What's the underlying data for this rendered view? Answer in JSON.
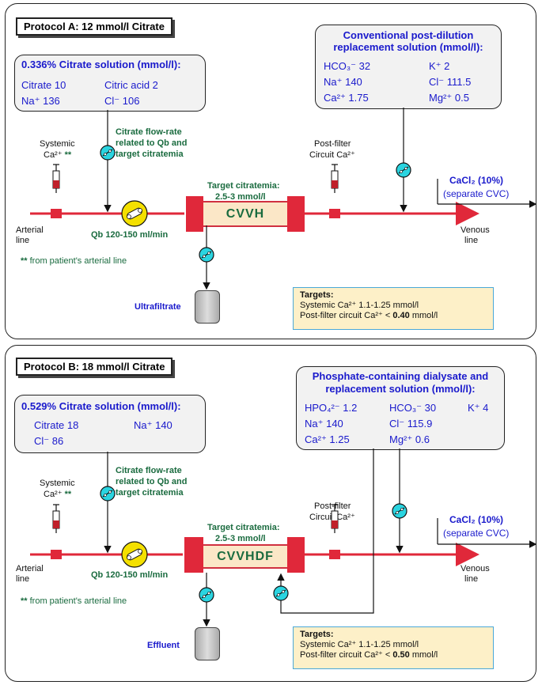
{
  "panelA": {
    "title": "Protocol A: 12 mmol/l Citrate",
    "citrate_box": {
      "header": "0.336% Citrate solution (mmol/l):",
      "items": [
        "Citrate 10",
        "Citric acid 2",
        "Na⁺ 136",
        "Cl⁻ 106"
      ]
    },
    "replacement_box": {
      "header_line1": "Conventional post-dilution",
      "header_line2": "replacement solution (mmol/l):",
      "items": [
        "HCO₃⁻ 32",
        "K⁺ 2",
        "Na⁺  140",
        "Cl⁻ 111.5",
        "Ca²⁺  1.75",
        "Mg²⁺ 0.5"
      ]
    },
    "systemic_label_1": "Systemic",
    "systemic_label_2": "Ca²⁺",
    "stars": "**",
    "citrate_flow_1": "Citrate flow-rate",
    "citrate_flow_2": "related to Qb and",
    "citrate_flow_3": "target citratemia",
    "target_citratemia_1": "Target citratemia:",
    "target_citratemia_2": "2.5-3 mmol/l",
    "postfilter_1": "Post-filter",
    "postfilter_2": "Circuit Ca²⁺",
    "filter_label": "CVVH",
    "cacl2": "CaCl₂ (10%)",
    "separate": "(separate CVC)",
    "arterial_1": "Arterial",
    "arterial_2": "line",
    "qb": "Qb 120-150 ml/min",
    "venous_1": "Venous",
    "venous_2": "line",
    "footnote_stars": "**",
    "footnote_text": "from patient's arterial line",
    "outflow_label": "Ultrafiltrate",
    "targets": {
      "title": "Targets:",
      "line1": "Systemic Ca²⁺ 1.1-1.25 mmol/l",
      "line2_pre": "Post-filter circuit Ca²⁺ < ",
      "line2_bold": "0.40",
      "line2_post": " mmol/l"
    }
  },
  "panelB": {
    "title": "Protocol B: 18 mmol/l Citrate",
    "citrate_box": {
      "header": "0.529% Citrate solution (mmol/l):",
      "items": [
        "Citrate 18",
        "Na⁺ 140",
        "Cl⁻ 86"
      ]
    },
    "replacement_box": {
      "header_line1": "Phosphate-containing dialysate and",
      "header_line2": "replacement solution (mmol/l):",
      "items": [
        "HPO₄²⁻ 1.2",
        "HCO₃⁻ 30",
        "K⁺ 4",
        "Na⁺  140",
        "Cl⁻  115.9",
        "Ca²⁺ 1.25",
        "Mg²⁺  0.6"
      ]
    },
    "systemic_label_1": "Systemic",
    "systemic_label_2": "Ca²⁺",
    "stars": "**",
    "citrate_flow_1": "Citrate flow-rate",
    "citrate_flow_2": "related to Qb and",
    "citrate_flow_3": "target citratemia",
    "target_citratemia_1": "Target citratemia:",
    "target_citratemia_2": "2.5-3 mmol/l",
    "postfilter_1": "Post-filter",
    "postfilter_2": "Circuit Ca²⁺",
    "filter_label": "CVVHDF",
    "cacl2": "CaCl₂ (10%)",
    "separate": "(separate CVC)",
    "arterial_1": "Arterial",
    "arterial_2": "line",
    "qb": "Qb 120-150 ml/min",
    "venous_1": "Venous",
    "venous_2": "line",
    "footnote_stars": "**",
    "footnote_text": "from patient's arterial line",
    "outflow_label": "Effluent",
    "targets": {
      "title": "Targets:",
      "line1": "Systemic Ca²⁺ 1.1-1.25 mmol/l",
      "line2_pre": "Post-filter circuit Ca²⁺ < ",
      "line2_bold": "0.50",
      "line2_post": " mmol/l"
    }
  },
  "colors": {
    "line_red": "#e0283a",
    "text_blue": "#1a1acc",
    "text_green": "#1a6b3f",
    "pump_yellow": "#f4e000",
    "flow_cyan": "#2ad4e0"
  }
}
